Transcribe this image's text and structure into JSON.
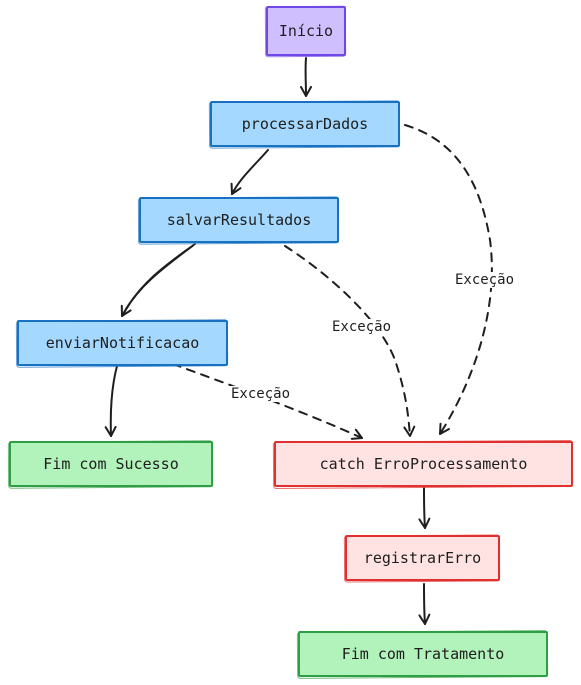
{
  "nodes": {
    "inicio": "Início",
    "processar": "processarDados",
    "salvar": "salvarResultados",
    "enviar": "enviarNotificacao",
    "fim_sucesso": "Fim com Sucesso",
    "catch": "catch ErroProcessamento",
    "registrar": "registrarErro",
    "fim_tratamento": "Fim com Tratamento"
  },
  "edges": {
    "excecao_processar": "Exceção",
    "excecao_salvar": "Exceção",
    "excecao_enviar": "Exceção"
  },
  "colors": {
    "start_fill": "#d0bfff",
    "start_stroke": "#7048e8",
    "step_fill": "#a5d8ff",
    "step_stroke": "#1971c2",
    "end_fill": "#b2f2bb",
    "end_stroke": "#2f9e44",
    "error_fill": "#ffe3e3",
    "error_stroke": "#e03131"
  }
}
